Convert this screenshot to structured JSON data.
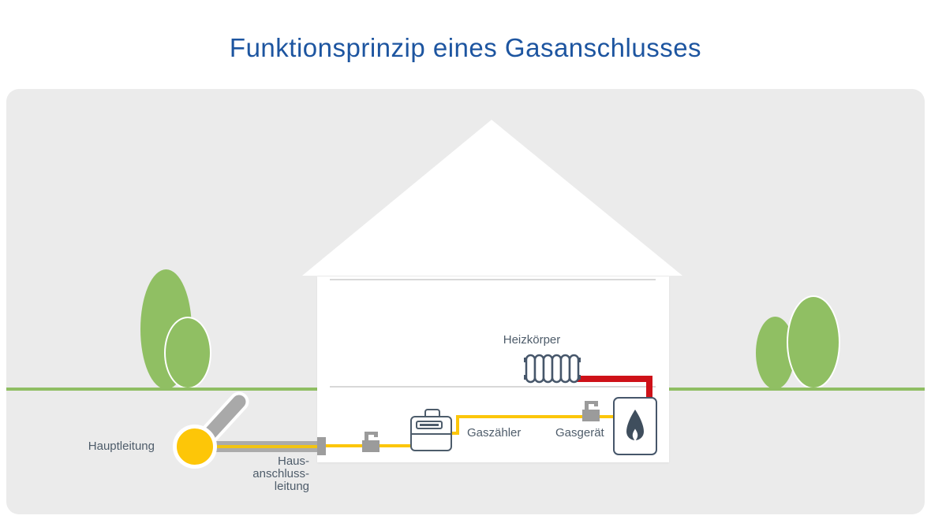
{
  "title": "Funktionsprinzip eines Gasanschlusses",
  "labels": {
    "hauptleitung": "Hauptleitung",
    "hausanschlussleitung": [
      "Haus-",
      "anschluss-",
      "leitung"
    ],
    "gaszaehler": "Gaszähler",
    "gasgeraet": "Gasgerät",
    "heizkoerper": "Heizkörper"
  },
  "icons": {
    "main_pipe": "gas-main-cross-section-icon",
    "shutoff_valve": "gas-valve-icon",
    "meter": "gas-meter-icon",
    "boiler_flame": "flame-icon",
    "radiator": "radiator-icon"
  },
  "colors": {
    "title_blue": "#1d55a0",
    "label_slate": "#4e5c6a",
    "outline_slate": "#4d5c6b",
    "gas_yellow": "#fdc608",
    "pipe_yellow": "#fcc60a",
    "heating_red": "#ce1118",
    "green": "#90bf63",
    "pipe_gray": "#ababab",
    "card_background": "#ebebeb",
    "house_white": "#ffffff"
  }
}
